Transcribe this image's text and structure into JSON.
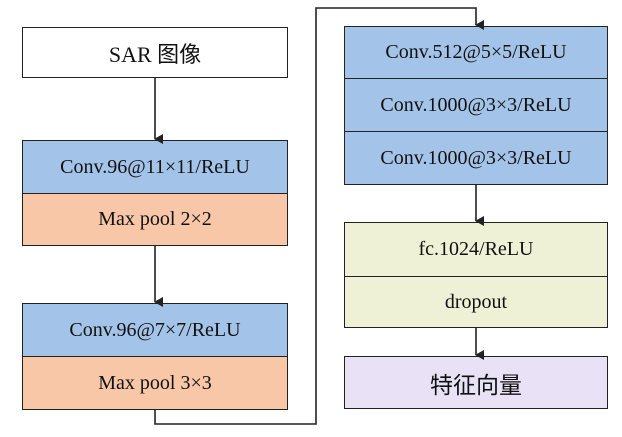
{
  "diagram": {
    "input_label": "SAR 图像",
    "left_stack_1": {
      "conv": "Conv.96@11×11/ReLU",
      "pool": "Max pool 2×2"
    },
    "left_stack_2": {
      "conv": "Conv.96@7×7/ReLU",
      "pool": "Max pool 3×3"
    },
    "right_conv_stack": [
      "Conv.512@5×5/ReLU",
      "Conv.1000@3×3/ReLU",
      "Conv.1000@3×3/ReLU"
    ],
    "fc_stack": {
      "fc": "fc.1024/ReLU",
      "dropout": "dropout"
    },
    "output_label": "特征向量"
  },
  "colors": {
    "conv": "#a3c4e8",
    "pool": "#f7c7a8",
    "fc": "#eef1d6",
    "feature_vector": "#e9e2f6",
    "input": "#ffffff",
    "lines": "#222222"
  }
}
